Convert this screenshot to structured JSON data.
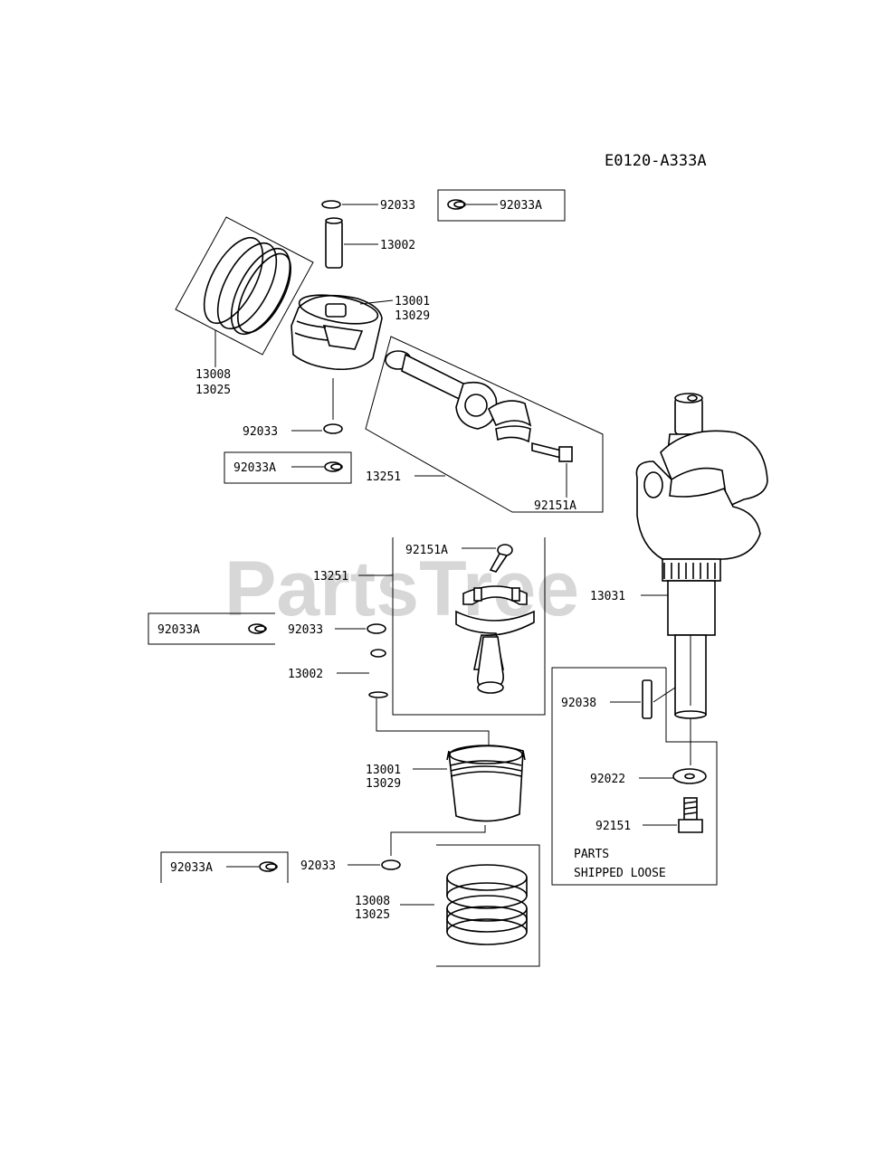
{
  "diagram_code": "E0120-A333A",
  "watermark": "PartsTree",
  "labels": {
    "clip_top": "92033",
    "clip_top_alt": "92033A",
    "pin_top": "13002",
    "piston_top_1": "13001",
    "piston_top_2": "13029",
    "rings_top_1": "13008",
    "rings_top_2": "13025",
    "clip_mid": "92033",
    "clip_mid_alt": "92033A",
    "rod_top": "13251",
    "rod_bolt_top": "92151A",
    "rod_bolt_mid": "92151A",
    "rod_mid": "13251",
    "crankshaft": "13031",
    "clip_left_alt": "92033A",
    "clip_left": "92033",
    "pin_mid": "13002",
    "key": "92038",
    "piston_low_1": "13001",
    "piston_low_2": "13029",
    "washer": "92022",
    "bolt": "92151",
    "clip_low_alt": "92033A",
    "clip_low": "92033",
    "rings_low_1": "13008",
    "rings_low_2": "13025",
    "loose_1": "PARTS",
    "loose_2": "SHIPPED LOOSE"
  }
}
